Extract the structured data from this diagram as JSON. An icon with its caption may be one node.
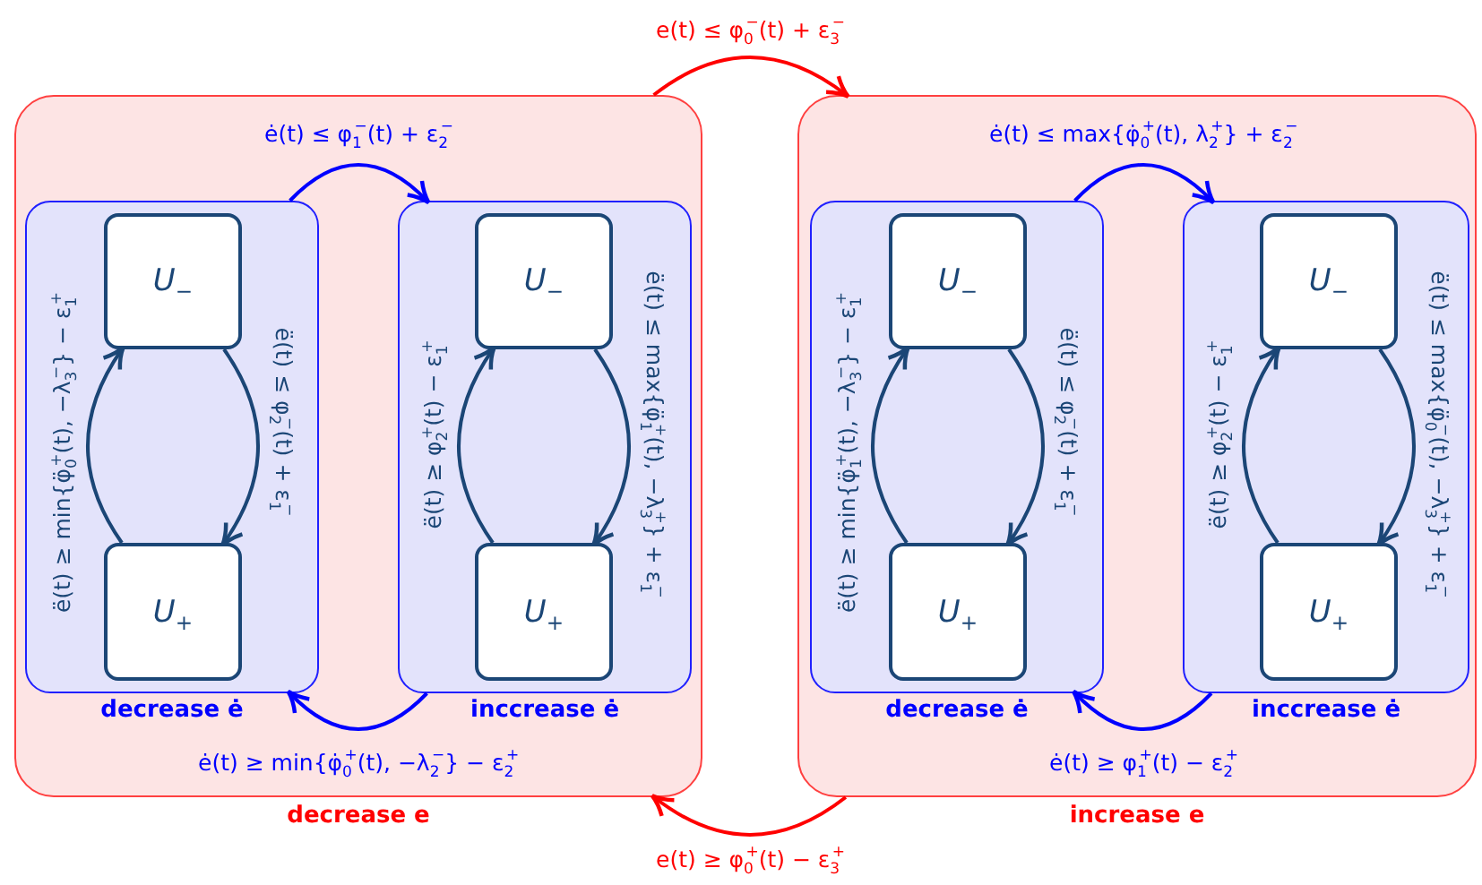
{
  "diagram": {
    "nodes": [
      {
        "text": [
          "decrease e"
        ]
      },
      {
        "text": [
          "decrease ė"
        ],
        "in": 0
      },
      {
        "text": [
          "U$_{−}$"
        ],
        "in": 1
      },
      {
        "text": [
          "U$_{+}$"
        ],
        "in": 1
      },
      {
        "text": [
          "inccrease ė"
        ],
        "in": 0
      },
      {
        "text": [
          "U$_{−}$"
        ],
        "in": 4
      },
      {
        "text": [
          "U$_{+}$"
        ],
        "in": 4
      },
      {
        "text": [
          "increase e"
        ]
      },
      {
        "text": [
          "decrease ė"
        ],
        "in": 7
      },
      {
        "text": [
          "U$_{−}$"
        ],
        "in": 8
      },
      {
        "text": [
          "U$_{+}$"
        ],
        "in": 8
      },
      {
        "text": [
          "inccrease ė"
        ],
        "in": 7
      },
      {
        "text": [
          "U$_{−}$"
        ],
        "in": 11
      },
      {
        "text": [
          "U$_{+}$"
        ],
        "in": 11
      }
    ],
    "edges": [
      {
        "from": 0,
        "to": 7,
        "arrow": "to",
        "color": "#ff0000",
        "label": "e(t) ≤ φ$_{0}$$^{−}$(t) + ε$_{3}$$^{−}$"
      },
      {
        "from": 7,
        "to": 0,
        "arrow": "to",
        "color": "#ff0000",
        "label": "e(t) ≥ φ$_{0}$$^{+}$(t) − ε$_{3}$$^{+}$"
      },
      {
        "from": 1,
        "to": 4,
        "arrow": "to",
        "color": "#0000ff",
        "label": "ė(t) ≤ φ$_{1}$$^{−}$(t) + ε$_{2}$$^{−}$"
      },
      {
        "from": 4,
        "to": 1,
        "arrow": "to",
        "color": "#0000ff",
        "label": "ė(t) ≥ min{φ̇$_{0}$$^{+}$(t), −λ$_{2}$$^{−}$} − ε$_{2}$$^{+}$"
      },
      {
        "from": 3,
        "to": 2,
        "arrow": "to",
        "label": "ë(t) ≥ min{φ̈$_{0}$$^{+}$(t), −λ$_{3}$$^{−}$} − ε$_{1}$$^{+}$"
      },
      {
        "from": 2,
        "to": 3,
        "arrow": "to",
        "label": "ë(t) ≤ φ$_{2}$$^{−}$(t) + ε$_{1}$$^{−}$"
      },
      {
        "from": 6,
        "to": 5,
        "arrow": "to",
        "label": "ë(t) ≥ φ$_{2}$$^{+}$(t) − ε$_{1}$$^{+}$"
      },
      {
        "from": 5,
        "to": 6,
        "arrow": "to",
        "label": "ë(t) ≤ max{φ̈$_{1}$$^{+}$(t), −λ$_{3}$$^{+}$} + ε$_{1}$$^{−}$"
      },
      {
        "from": 8,
        "to": 11,
        "arrow": "to",
        "color": "#0000ff",
        "label": "ė(t) ≤ max{φ̇$_{0}$$^{+}$(t), λ$_{2}$$^{+}$} + ε$_{2}$$^{−}$"
      },
      {
        "from": 11,
        "to": 8,
        "arrow": "to",
        "color": "#0000ff",
        "label": "ė(t) ≥ φ$_{1}$$^{+}$(t) − ε$_{2}$$^{+}$"
      },
      {
        "from": 10,
        "to": 9,
        "arrow": "to",
        "label": "ë(t) ≥ min{φ̈$_{1}$$^{+}$(t), −λ$_{3}$$^{−}$} − ε$_{1}$$^{+}$"
      },
      {
        "from": 9,
        "to": 10,
        "arrow": "to",
        "label": "ë(t) ≤ φ$_{2}$$^{−}$(t) + ε$_{1}$$^{−}$"
      },
      {
        "from": 13,
        "to": 12,
        "arrow": "to",
        "label": "ë(t) ≥ φ$_{2}$$^{+}$(t) − ε$_{1}$$^{+}$"
      },
      {
        "from": 12,
        "to": 13,
        "arrow": "to",
        "label": "ë(t) ≤ max{φ̈$_{0}$$^{−}$(t), −λ$_{3}$$^{+}$} + ε$_{1}$$^{−}$"
      }
    ]
  }
}
